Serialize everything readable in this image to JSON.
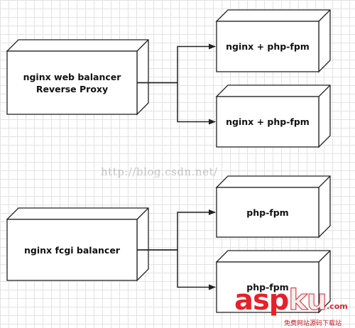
{
  "nodes": [
    {
      "id": "nginx-balancer",
      "lines": [
        "nginx web balancer",
        "Reverse Proxy"
      ]
    },
    {
      "id": "nginx-php-1",
      "lines": [
        "nginx + php-fpm"
      ]
    },
    {
      "id": "nginx-php-2",
      "lines": [
        "nginx + php-fpm"
      ]
    },
    {
      "id": "fcgi-balancer",
      "lines": [
        "nginx fcgi balancer"
      ]
    },
    {
      "id": "php-fpm-1",
      "lines": [
        "php-fpm"
      ]
    },
    {
      "id": "php-fpm-2",
      "lines": [
        "php-fpm"
      ]
    }
  ],
  "edges": [
    {
      "from": "nginx-balancer",
      "to": "nginx-php-1"
    },
    {
      "from": "nginx-balancer",
      "to": "nginx-php-2"
    },
    {
      "from": "fcgi-balancer",
      "to": "php-fpm-1"
    },
    {
      "from": "fcgi-balancer",
      "to": "php-fpm-2"
    }
  ],
  "watermark": "http://blog.csdn.net/",
  "logo": {
    "main_a": "asp",
    "main_b": "ku",
    "tld": ".com",
    "sub": "免费网站源码下载站"
  },
  "colors": {
    "box_fill": "#ffffff",
    "box_stroke": "#222222",
    "line": "#222222"
  }
}
